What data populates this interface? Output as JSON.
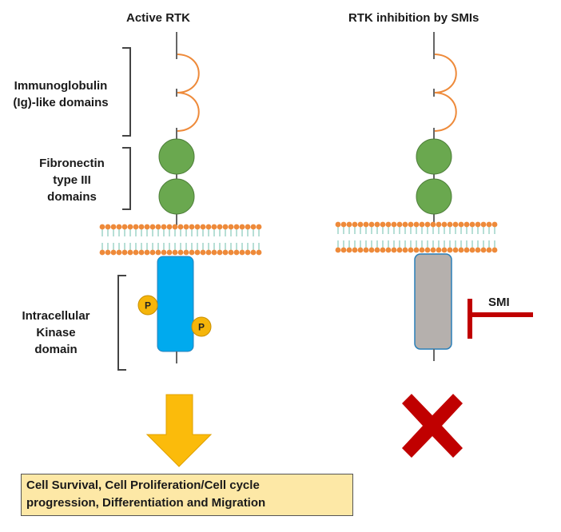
{
  "headings": {
    "active": "Active RTK",
    "inhibited": "RTK inhibition by SMIs"
  },
  "domain_labels": {
    "ig_line1": "Immunoglobulin",
    "ig_line2": "(Ig)-like domains",
    "fn_line1": "Fibronectin",
    "fn_line2": "type III",
    "fn_line3": "domains",
    "kinase_line1": "Intracellular",
    "kinase_line2": "Kinase",
    "kinase_line3": "domain"
  },
  "phospho_label": "P",
  "inhibitor_label": "SMI",
  "outcome": {
    "line1": "Cell Survival, Cell Proliferation/Cell cycle",
    "line2": "progression, Differentiation and Migration"
  },
  "colors": {
    "ig_loop": "#ee8a3a",
    "fibronectin": "#6aa84f",
    "membrane_head": "#ee8a3a",
    "membrane_tail": "#9fd4c8",
    "active_kinase": "#00aaee",
    "inactive_kinase": "#b5b0ad",
    "phosphate": "#f5b50a",
    "inhibitor": "#c00000",
    "arrow": "#fbbb0b",
    "cross": "#c00000",
    "outcome_box": "#fde8a6"
  },
  "icons": {
    "down_arrow": "down-arrow-icon",
    "cross": "cross-icon",
    "inhibitor": "inhibition-bar-icon"
  }
}
